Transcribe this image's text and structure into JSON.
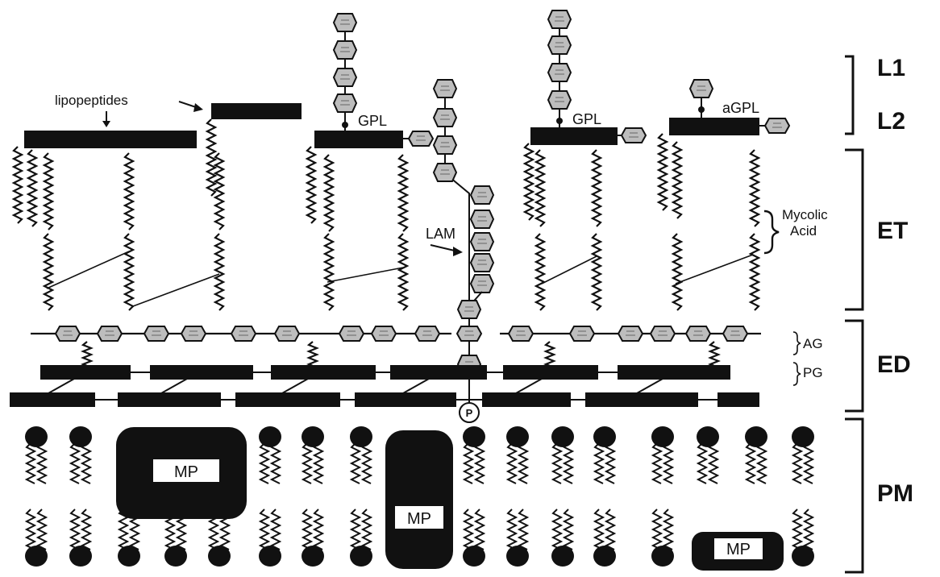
{
  "layers": {
    "l1": "L1",
    "l2": "L2",
    "et": "ET",
    "ed": "ED",
    "pm": "PM"
  },
  "labels": {
    "lipopeptides": "lipopeptides",
    "gpl_left": "GPL",
    "gpl_right": "GPL",
    "agpl": "aGPL",
    "lam": "LAM",
    "mycolic_1": "Mycolic",
    "mycolic_2": "Acid",
    "ag": "AG",
    "pg": "PG",
    "phosphate": "P",
    "mp_1": "MP",
    "mp_2": "MP",
    "mp_3": "MP"
  },
  "colors": {
    "ink": "#111111",
    "sugar_fill": "#bdbdbd",
    "background": "#ffffff"
  }
}
